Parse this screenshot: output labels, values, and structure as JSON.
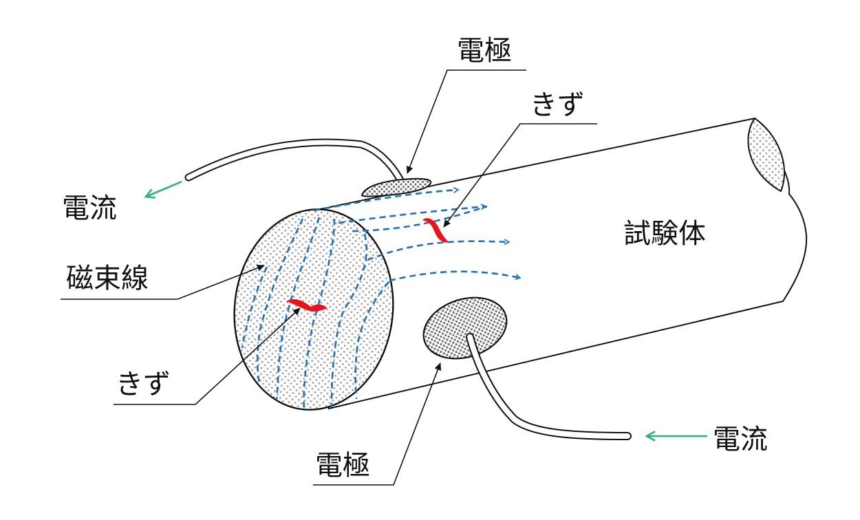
{
  "labels": {
    "electrode_top": "電極",
    "flaw_top": "きず",
    "current_left": "電流",
    "specimen": "試験体",
    "magnetic_flux": "磁束線",
    "flaw_bottom": "きず",
    "electrode_bottom": "電極",
    "current_right": "電流"
  },
  "colors": {
    "outline": "#111111",
    "flux_line": "#1f6fb8",
    "flaw": "#e8141a",
    "current_arrow": "#2bb673",
    "dot_fill": "#9a9a9a",
    "electrode_dot_fill": "#6e6e6e",
    "background": "#ffffff"
  }
}
